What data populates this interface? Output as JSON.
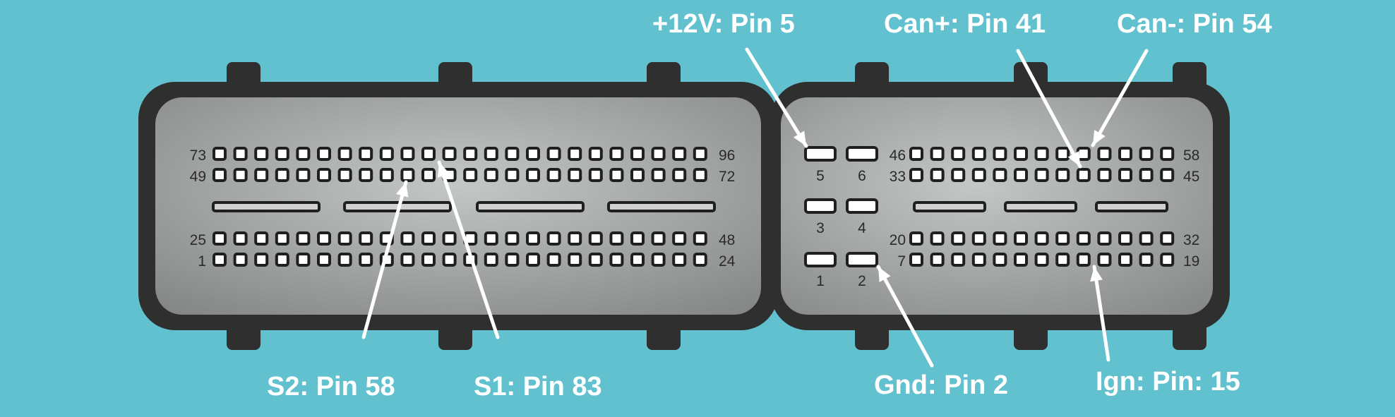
{
  "colors": {
    "background": "#62c1cf",
    "housing": "#2f2f2f",
    "face_light": "#c4c7c7",
    "face_dark": "#858787",
    "pin_fill": "#ffffff",
    "pin_stroke": "#1f1f1f",
    "callout": "#ffffff",
    "pin_number_text": "#2a2a2a"
  },
  "connector_a": {
    "row_end_labels": [
      {
        "left": "73",
        "right": "96"
      },
      {
        "left": "49",
        "right": "72"
      },
      {
        "left": "25",
        "right": "48"
      },
      {
        "left": "1",
        "right": "24"
      }
    ]
  },
  "connector_b": {
    "power_pin_labels": [
      "5",
      "6",
      "3",
      "4",
      "1",
      "2"
    ],
    "row_end_labels": [
      {
        "left": "46",
        "right": "58"
      },
      {
        "left": "33",
        "right": "45"
      },
      {
        "left": "20",
        "right": "32"
      },
      {
        "left": "7",
        "right": "19"
      }
    ]
  },
  "callouts": [
    {
      "id": "s2",
      "label": "S2: Pin 58"
    },
    {
      "id": "s1",
      "label": "S1: Pin 83"
    },
    {
      "id": "v12",
      "label": "+12V: Pin 5"
    },
    {
      "id": "canp",
      "label": "Can+: Pin 41"
    },
    {
      "id": "canm",
      "label": "Can-: Pin 54"
    },
    {
      "id": "gnd",
      "label": "Gnd: Pin 2"
    },
    {
      "id": "ign",
      "label": "Ign: Pin: 15"
    }
  ]
}
